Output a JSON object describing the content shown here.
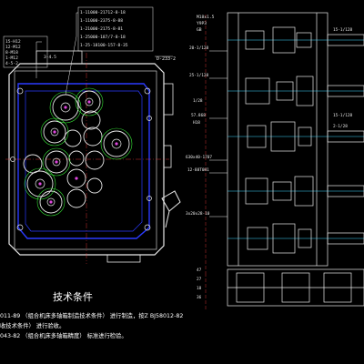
{
  "left_view": {
    "title_labels": [
      "1-11000-21712-8-18",
      "1-11000-2375-8-88",
      "1-21000-2175-8-81",
      "1-25000-187/7-8-18",
      "1-25-18100-157-8-35"
    ],
    "side_labels": [
      "15-H12",
      "12-M12",
      "8-M18",
      "1-M12",
      "4-5-2"
    ],
    "callout_top": "3-4.5",
    "section_label": "D-233-2"
  },
  "right_view": {
    "top_labels": [
      "M18x1.5",
      "Y9P3",
      "GB"
    ],
    "left_labels": [
      "20-1/128",
      "25-1/128",
      "1/28",
      "57.868",
      "H18",
      "630x40-1707",
      "12-88T0H1",
      "3x20x28-10"
    ],
    "right_labels": [
      "15-1/128",
      "15-1/128",
      "2-1/28"
    ],
    "bottom_labels": [
      "47",
      "27",
      "18",
      "36"
    ]
  },
  "tech": {
    "title": "技术条件",
    "line1": "011-89 （组合机床多轴箱制造技术条件） 进行制造，按Z BJ58012-82",
    "line2": "收技术条件） 进行验收。",
    "line3": "043-82 （组合机床多轴箱精度） 标准进行检验。"
  },
  "colors": {
    "bg": "#000000",
    "line": "#e8e8e8",
    "blue": "#2a3aff",
    "red": "#ff3a3a",
    "green": "#34e034",
    "magenta": "#e048e0",
    "cyan": "#40d8ff"
  }
}
